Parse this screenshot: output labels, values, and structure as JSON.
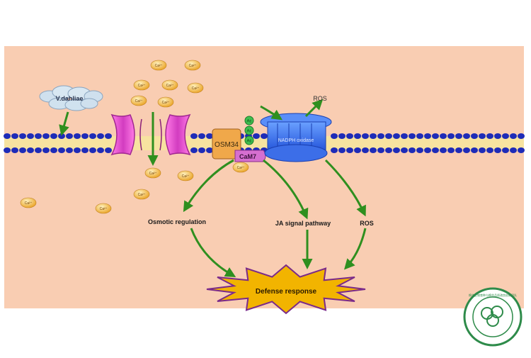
{
  "diagram": {
    "colors": {
      "background": "#f9cdb2",
      "membrane_head": "#1e2bb8",
      "membrane_tail": "#f0d35a",
      "arrow": "#2f8f1f",
      "channel": "#e040c8",
      "pump": "#2f6cf0",
      "calcium": "#f4b43a",
      "burst": "#f2b400"
    },
    "labels": {
      "verticillium": "V.dahliae",
      "osm34": "OSM34",
      "cam7": "CaM7",
      "pump_label": "NADPH oxidase",
      "ros_top": "ROS",
      "osmotic": "Osmotic regulation",
      "ja": "JA signal pathway",
      "ros": "ROS",
      "defense": "Defense response",
      "ac": "Ac",
      "ca": "Ca²⁺"
    },
    "logo": {
      "text": "棉花生物育种与棉花品质改良创新团队"
    }
  }
}
